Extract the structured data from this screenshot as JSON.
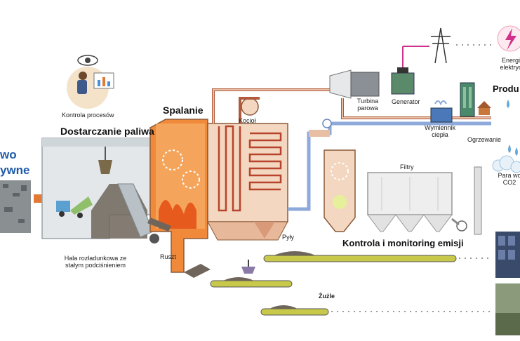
{
  "labels": {
    "left_cut": [
      "wo",
      "ywne"
    ],
    "process_control": "Kontrola procesów",
    "fuel_delivery": "Dostarczanie paliwa",
    "combustion": "Spalanie",
    "boiler": "Kocioł",
    "turbine": "Turbina parowa",
    "generator": "Generator",
    "production": "Produ",
    "energy": "Energi elektryc",
    "heat_exchanger": "Wymiennik ciepła",
    "heating": "Ogrzewanie",
    "steam": "Para wo CO2",
    "filters": "Filtry",
    "dust": "Pyły",
    "grate": "Ruszt",
    "hall": "Hala rozładunkowa ze stałym podciśnieniem",
    "emission": "Kontrola i monitoring emisji",
    "slag": "Żużle"
  },
  "colors": {
    "hot": "#e8702a",
    "pipe": "#b05a3c",
    "cold_pipe": "#8eaadb",
    "belt": "#c8c84a",
    "blue_text": "#1f5aa8",
    "magenta_line": "#d0308a"
  }
}
